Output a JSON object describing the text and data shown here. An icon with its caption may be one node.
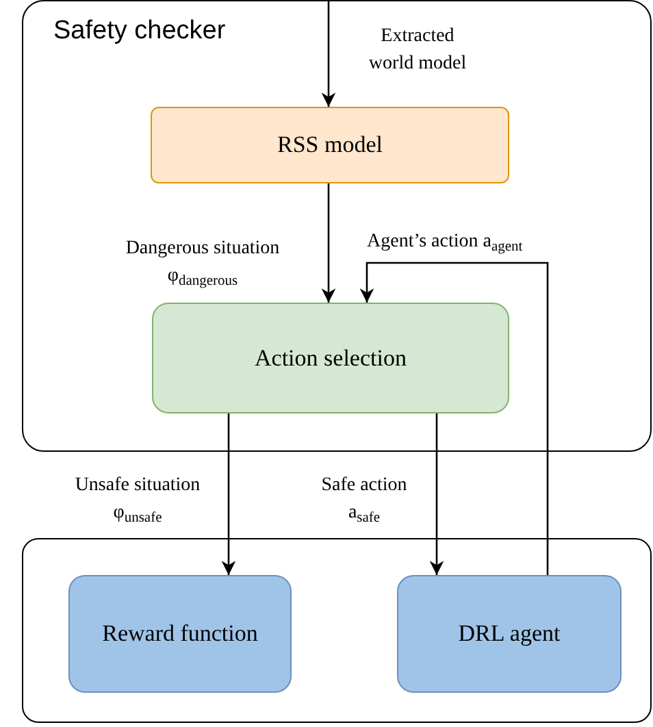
{
  "diagram": {
    "nodes": [
      {
        "text": [
          "Safety checker"
        ]
      },
      {
        "text": [
          "RSS model"
        ],
        "in": 0
      },
      {
        "text": [
          "Action selection"
        ],
        "in": 0
      },
      {
        "text": [],
        "shape": "box"
      },
      {
        "text": [
          "Reward function"
        ],
        "in": 3
      },
      {
        "text": [
          "DRL agent"
        ],
        "in": 3
      }
    ],
    "edges": [
      {
        "from": null,
        "to": 1,
        "arrow": "to",
        "label": "Extracted world model"
      },
      {
        "from": 1,
        "to": 2,
        "arrow": "to",
        "label": "Dangerous situation φ$_{dangerous}$"
      },
      {
        "from": 5,
        "to": 2,
        "arrow": "to",
        "label": "Agent’s action a$_{agent}$"
      },
      {
        "from": 2,
        "to": 4,
        "arrow": "to",
        "label": "Unsafe situation φ$_{unsafe}$"
      },
      {
        "from": 2,
        "to": 5,
        "arrow": "to",
        "label": "Safe action a$_{safe}$"
      }
    ]
  }
}
